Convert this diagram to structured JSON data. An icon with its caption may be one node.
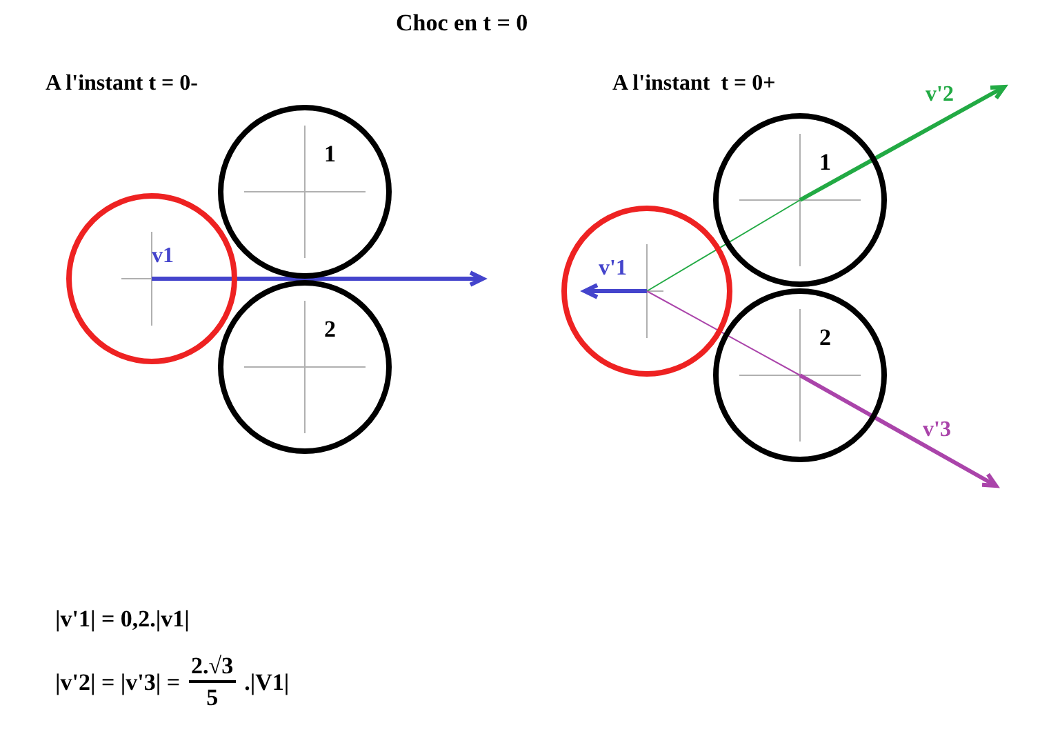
{
  "diagram": {
    "title": "Choc en t = 0",
    "nodes": [
      {
        "text": [],
        "shape": "circle"
      },
      {
        "text": [
          "1"
        ]
      },
      {
        "text": [
          "2"
        ]
      },
      {
        "text": [],
        "shape": "circle"
      },
      {
        "text": [
          "1"
        ]
      },
      {
        "text": [
          "2"
        ]
      }
    ],
    "labels": [
      "A l'instant t = 0-",
      "A l'instant  t = 0+",
      "v1",
      "v'1",
      "v'2",
      "v'3",
      "|v'1| = 0,2.|v1|",
      "|v'2| = |v'3| =",
      "2.√3",
      "5",
      ".|V1|"
    ]
  }
}
